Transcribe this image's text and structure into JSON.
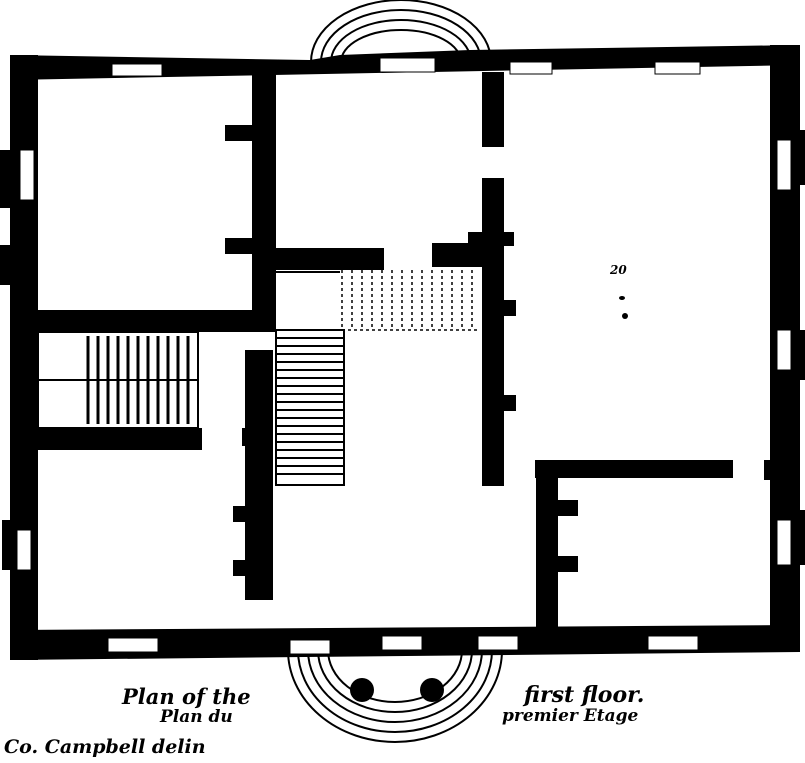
{
  "colors": {
    "wall": "#000000",
    "paper": "#ffffff",
    "line": "#000000"
  },
  "captions": {
    "plan_line1": "Plan of the",
    "plan_line2": "Plan du",
    "floor_line1": "first floor.",
    "floor_line2": "premier Etage",
    "delineator": "Co. Campbell delin"
  },
  "room_mark": "20"
}
